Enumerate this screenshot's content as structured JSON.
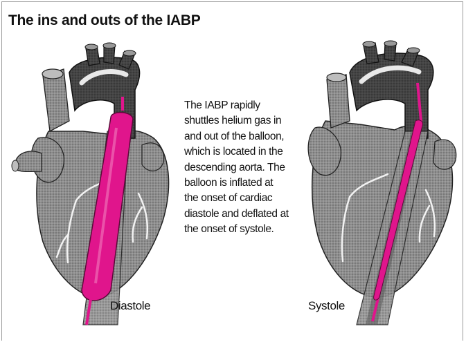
{
  "figure": {
    "title": "The ins and outs of the IABP",
    "description_lines": [
      "The IABP rapidly",
      "shuttles helium gas in",
      "and out of the balloon,",
      "which is located in the",
      "descending aorta. The",
      "balloon is inflated at",
      "the onset of cardiac",
      "diastole and deflated at",
      "the onset of systole."
    ],
    "left_label": "Diastole",
    "right_label": "Systole"
  },
  "colors": {
    "balloon": "#e0158c",
    "heart_gray": "#8a8a8a",
    "heart_dark": "#3e3e3e"
  },
  "icons": [
    "heart-diastole-illustration",
    "heart-systole-illustration",
    "balloon-catheter"
  ]
}
